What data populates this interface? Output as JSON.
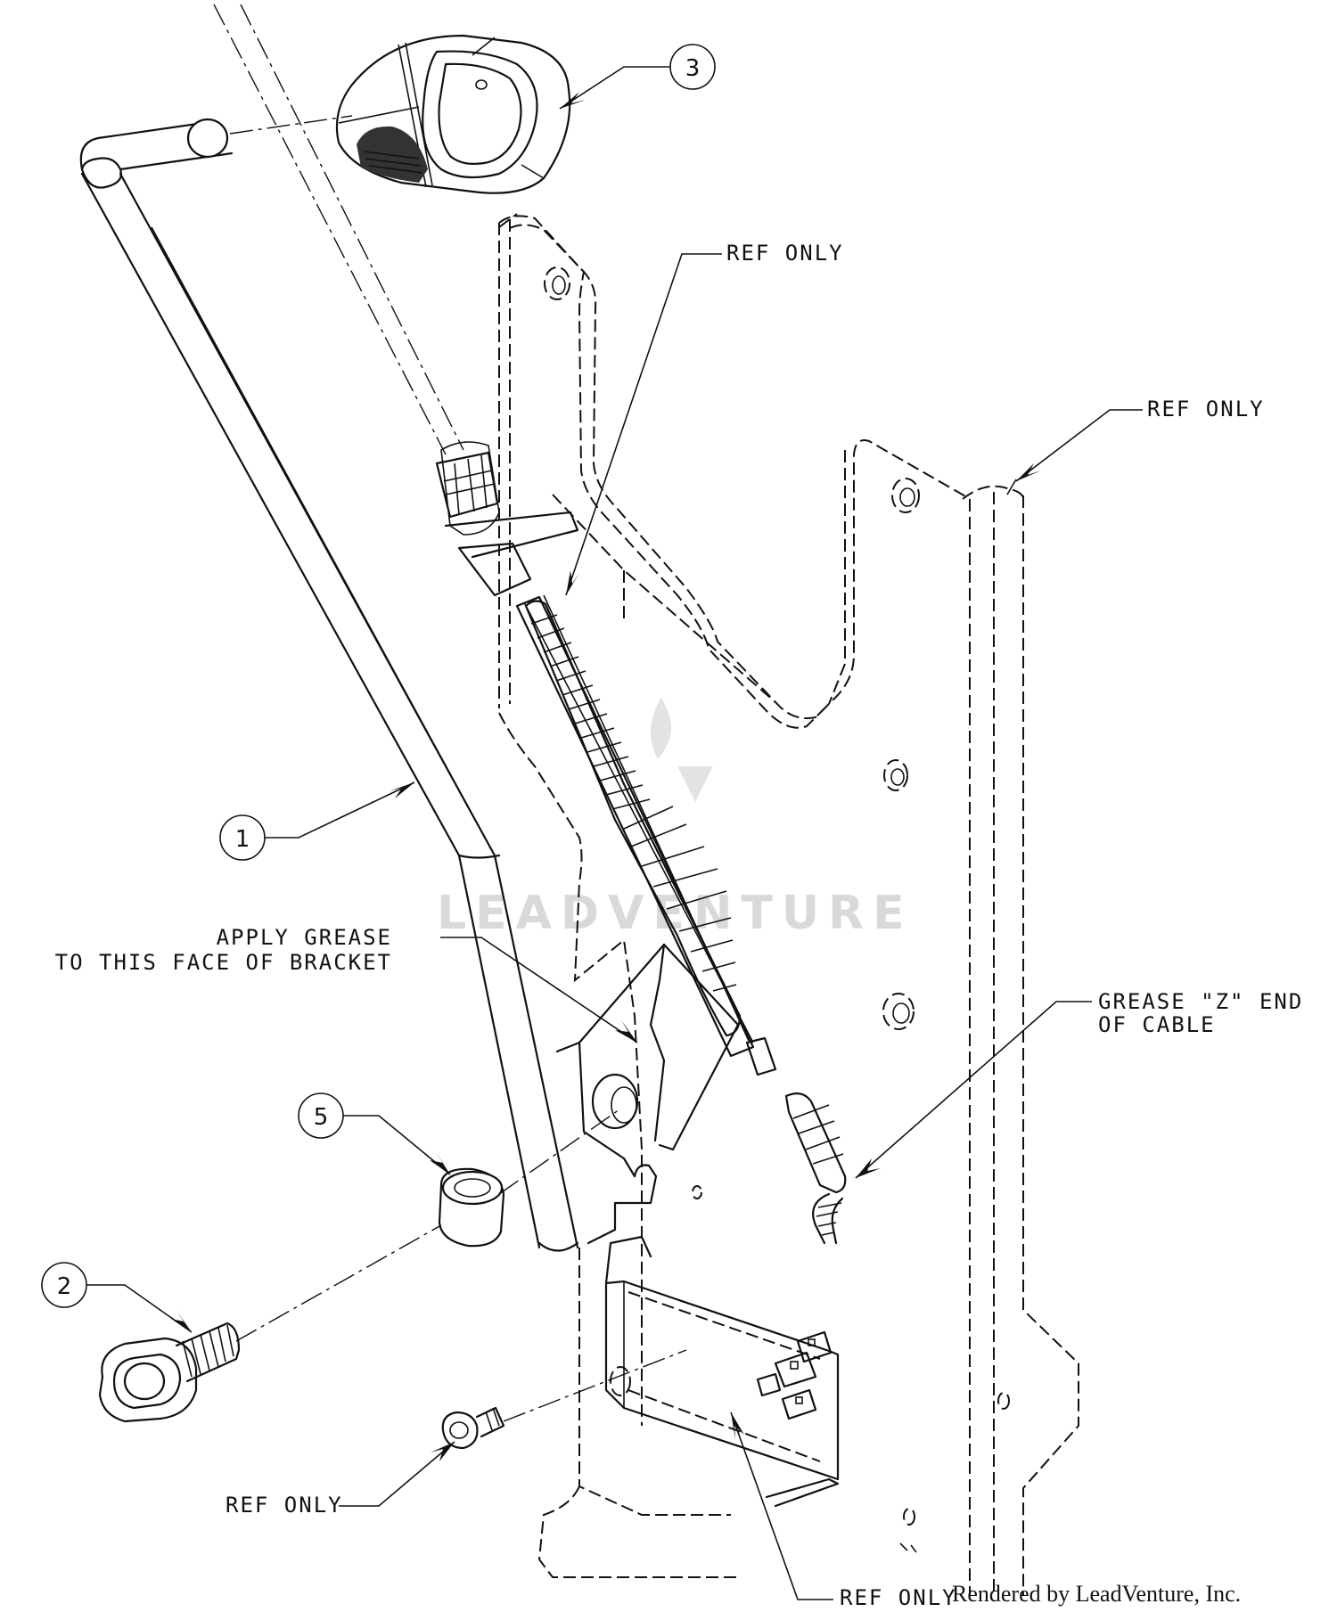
{
  "callouts": [
    {
      "id": "callout-1",
      "number": "1"
    },
    {
      "id": "callout-2",
      "number": "2"
    },
    {
      "id": "callout-3",
      "number": "3"
    },
    {
      "id": "callout-5",
      "number": "5"
    }
  ],
  "notes": {
    "ref_only": "REF ONLY",
    "apply_grease_line1": "APPLY GREASE",
    "apply_grease_line2": "TO THIS FACE OF BRACKET",
    "grease_z_line1": "GREASE \"Z\" END",
    "grease_z_line2": "OF CABLE"
  },
  "watermark": "LEADVENTURE",
  "credit": "Rendered by LeadVenture, Inc."
}
